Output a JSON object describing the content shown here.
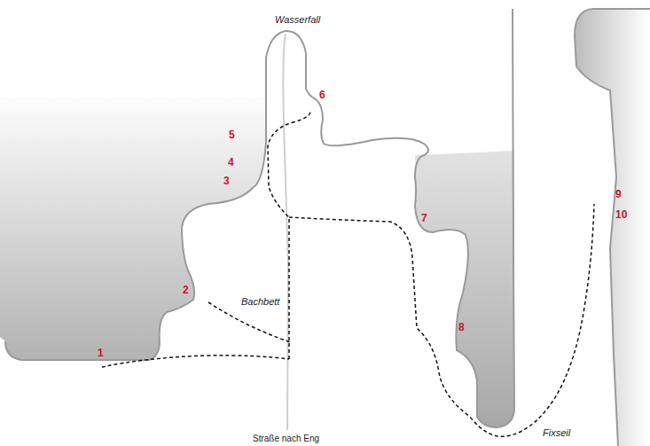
{
  "diagram": {
    "labels": [
      "Wasserfall",
      "6",
      "5",
      "4",
      "3",
      "9",
      "10",
      "7",
      "2",
      "Bachbett",
      "8",
      "1",
      "Fixseil",
      "Straße nach Eng"
    ]
  }
}
